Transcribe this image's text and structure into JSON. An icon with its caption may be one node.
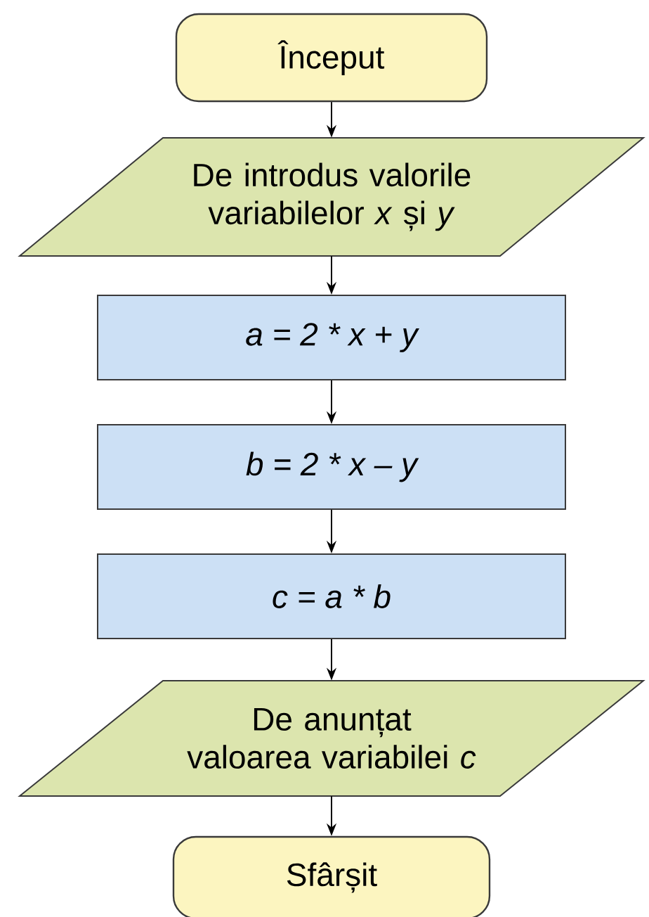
{
  "diagram": {
    "nodes": [
      {
        "text": [
          "Început"
        ]
      },
      {
        "text": [
          "De introdus valorile variabilelor *x* și *y*"
        ]
      },
      {
        "text": [
          "a = 2 * x + y"
        ]
      },
      {
        "text": [
          "b = 2 * x – y"
        ]
      },
      {
        "text": [
          "c = a * b"
        ]
      },
      {
        "text": [
          "De anunțat valoarea variabilei *c*"
        ]
      },
      {
        "text": [
          "Sfârșit"
        ]
      }
    ],
    "edges": [
      {
        "from": 0,
        "to": 1,
        "arrow": "to"
      },
      {
        "from": 1,
        "to": 2,
        "arrow": "to"
      },
      {
        "from": 2,
        "to": 3,
        "arrow": "to"
      },
      {
        "from": 3,
        "to": 4,
        "arrow": "to"
      },
      {
        "from": 4,
        "to": 5,
        "arrow": "to"
      },
      {
        "from": 5,
        "to": 6,
        "arrow": "to"
      }
    ]
  }
}
